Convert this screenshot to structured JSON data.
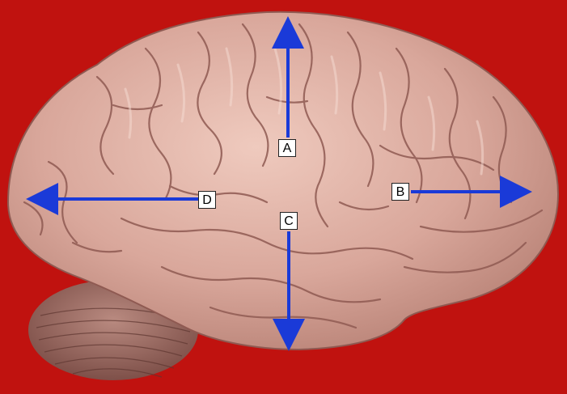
{
  "image": {
    "subject": "brain-photo-lateral-view",
    "colors": {
      "background": "#c0120f",
      "tissue": "#d9a79b",
      "tissue_light": "#efcabe",
      "tissue_dark": "#8f5a52",
      "cerebellum": "#9a6b63",
      "arrow": "#1a3ad8",
      "label_bg": "#ffffff"
    }
  },
  "labels": {
    "a": "A",
    "b": "B",
    "c": "C",
    "d": "D"
  }
}
